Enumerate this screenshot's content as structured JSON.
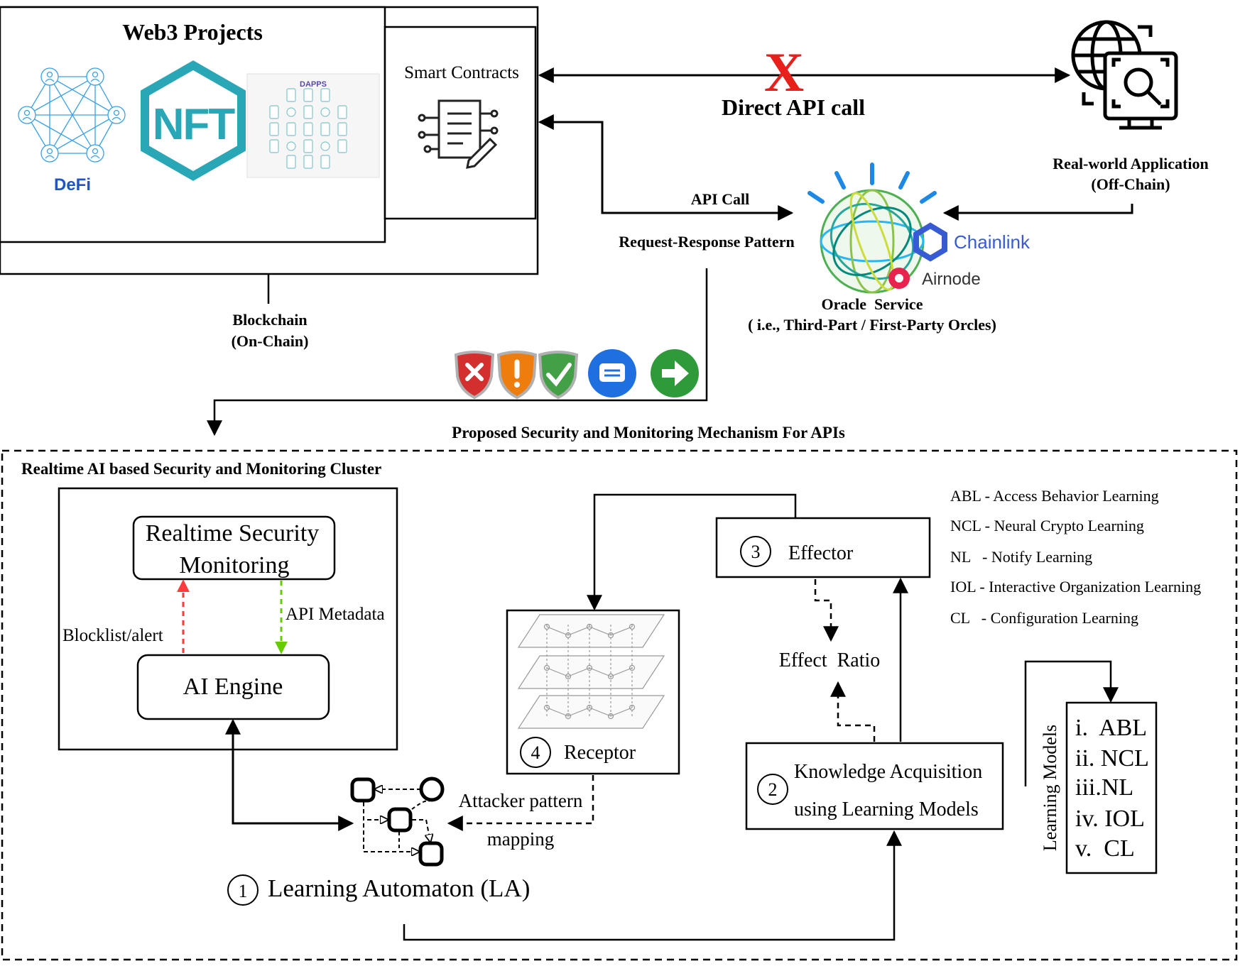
{
  "web3": {
    "title": "Web3 Projects",
    "defi_label": "DeFi",
    "nft_label": "NFT",
    "dapps_label": "DAPPS"
  },
  "smart_contracts": {
    "label": "Smart Contracts"
  },
  "direct_api": {
    "mark": "X",
    "label": "Direct API call"
  },
  "real_world": {
    "line1": "Real-world Application",
    "line2": "(Off-Chain)"
  },
  "oracle_link": {
    "api_call": "API Call",
    "pattern": "Request-Response Pattern"
  },
  "oracle": {
    "chainlink": "Chainlink",
    "airnode": "Airnode",
    "line1": "Oracle  Service",
    "line2": "( i.e., Third-Part / First-Party Orcles)"
  },
  "blockchain": {
    "line1": "Blockchain",
    "line2": "(On-Chain)"
  },
  "mechanism_title": "Proposed Security and Monitoring Mechanism For APIs",
  "cluster_title": "Realtime AI based Security and Monitoring Cluster",
  "security_box": {
    "monitor_line1": "Realtime Security",
    "monitor_line2": "Monitoring",
    "blocklist": "Blocklist/alert",
    "metadata": "API Metadata",
    "engine": "AI Engine"
  },
  "la": {
    "number": "1",
    "label": "Learning Automaton (LA)"
  },
  "attacker": {
    "line1": "Attacker pattern",
    "line2": "mapping"
  },
  "receptor": {
    "number": "4",
    "label": "Receptor"
  },
  "effector": {
    "number": "3",
    "label": "Effector"
  },
  "effect_ratio": "Effect  Ratio",
  "knowledge": {
    "number": "2",
    "line1": "Knowledge Acquisition",
    "line2": "using Learning Models"
  },
  "legend": [
    "ABL - Access Behavior Learning",
    "NCL - Neural Crypto Learning",
    "NL   - Notify Learning",
    "IOL - Interactive Organization Learning",
    "CL   - Configuration Learning"
  ],
  "learning_models": {
    "title": "Learning Models",
    "items": [
      "i.  ABL",
      "ii. NCL",
      "iii.NL",
      "iv. IOL",
      "v.  CL"
    ]
  },
  "colors": {
    "alert_red": "#ff3b3b",
    "metadata_green": "#66cc00",
    "x_red": "#e8201b",
    "chainlink_blue": "#375bd2",
    "airnode_red": "#e8234f",
    "defi_blue": "#1e56c6",
    "nft_teal": "#2aa7b7",
    "shield_red": "#d32f2f",
    "shield_orange": "#ef7d0d",
    "shield_green": "#43a047",
    "chat_blue": "#1e6fe0",
    "next_green": "#2e9a3a"
  }
}
